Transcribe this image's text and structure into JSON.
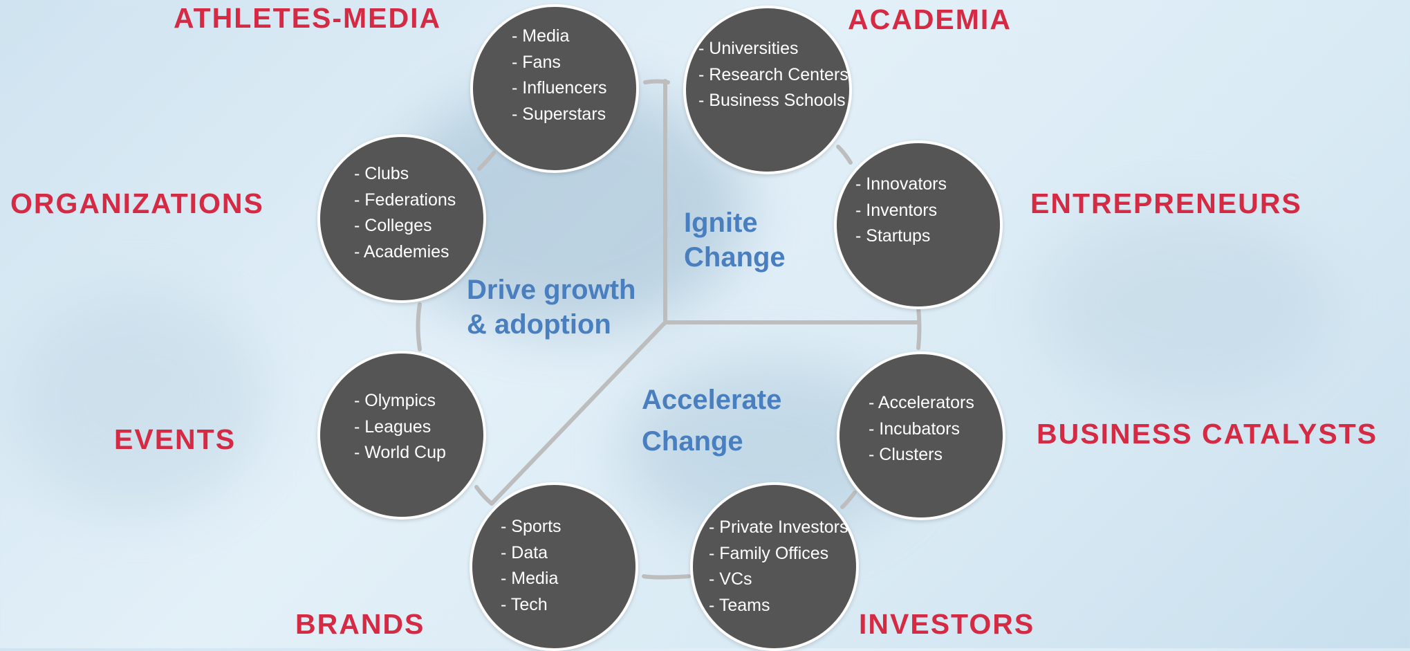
{
  "categories": {
    "athletes_media": "ATHLETES-MEDIA",
    "academia": "ACADEMIA",
    "organizations": "ORGANIZATIONS",
    "entrepreneurs": "ENTREPRENEURS",
    "events": "EVENTS",
    "business_catalysts": "BUSINESS CATALYSTS",
    "brands": "BRANDS",
    "investors": "INVESTORS"
  },
  "nodes": {
    "athletes_media": [
      "- Media",
      "- Fans",
      "- Influencers",
      "- Superstars"
    ],
    "academia": [
      "- Universities",
      "- Research Centers",
      "- Business Schools"
    ],
    "organizations": [
      "- Clubs",
      "- Federations",
      "- Colleges",
      "- Academies"
    ],
    "entrepreneurs": [
      "- Innovators",
      "- Inventors",
      "- Startups"
    ],
    "events": [
      "- Olympics",
      "- Leagues",
      "- World Cup"
    ],
    "business_catalysts": [
      "- Accelerators",
      "- Incubators",
      "- Clusters"
    ],
    "brands": [
      "- Sports",
      "- Data",
      "- Media",
      "- Tech"
    ],
    "investors": [
      "- Private Investors",
      "- Family Offices",
      "- VCs",
      "- Teams"
    ]
  },
  "themes": {
    "ignite": [
      "Ignite",
      "Change"
    ],
    "drive": [
      "Drive growth",
      "& adoption"
    ],
    "accelerate": [
      "Accelerate",
      "Change"
    ]
  },
  "colors": {
    "category": "#d42a44",
    "theme": "#4a7fbf",
    "node_fill": "#555555",
    "connector": "#bdbdbd"
  }
}
